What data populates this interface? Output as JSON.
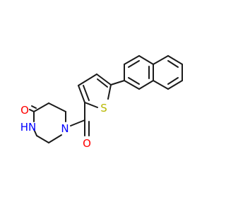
{
  "molecule": {
    "atom_labels": {
      "oxygen": "O",
      "nh_nitrogen": "HN",
      "amide_nitrogen": "N",
      "carbonyl_oxygen": "O",
      "sulfur": "S"
    },
    "colors": {
      "bond": "#1a1a1a",
      "oxygen": "#ff0000",
      "nitrogen": "#0000ff",
      "sulfur": "#b8b800"
    }
  }
}
